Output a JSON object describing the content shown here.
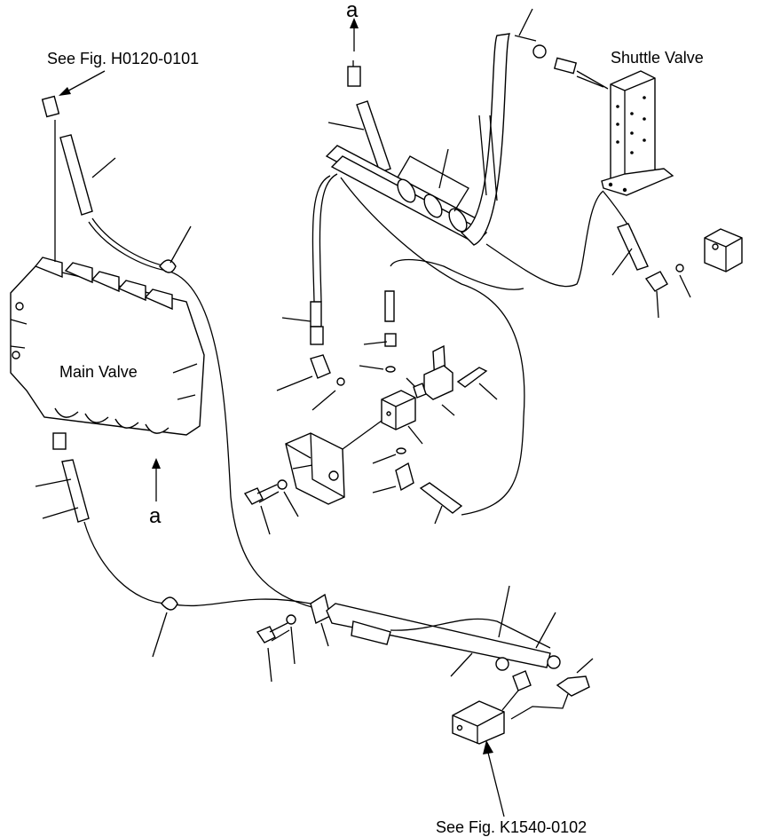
{
  "labels": {
    "ref_top": "See Fig. H0120-0101",
    "ref_bottom": "See Fig. K1540-0102",
    "main_valve": "Main Valve",
    "shuttle_valve": "Shuttle Valve",
    "a_top": "a",
    "a_bottom": "a"
  },
  "icons": {
    "arrow": "arrow-icon"
  }
}
